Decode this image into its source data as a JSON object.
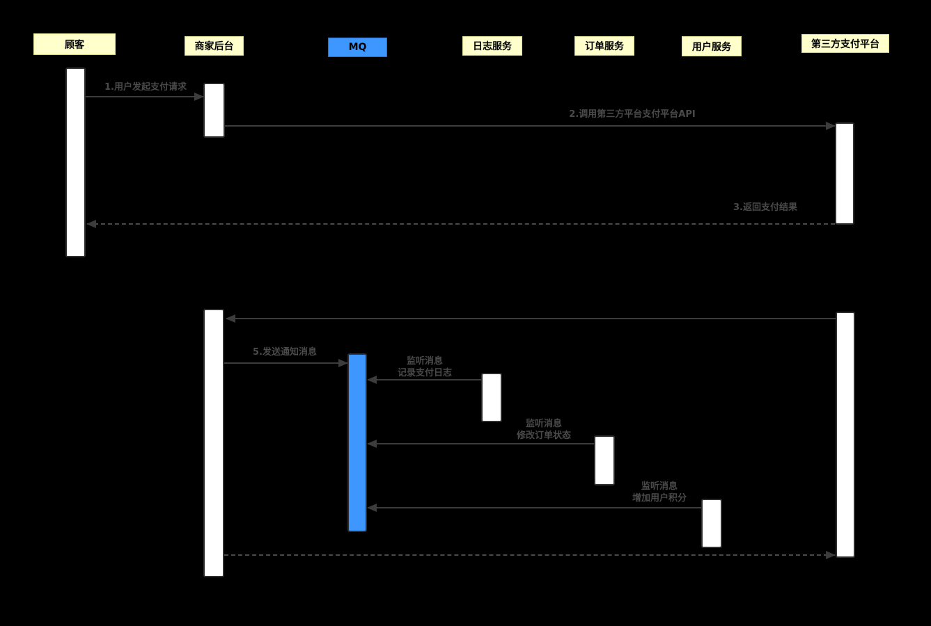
{
  "diagram": {
    "title": "MQ payment notification sequence diagram",
    "colors": {
      "background": "#000000",
      "actor_fill": "#FFFFCC",
      "actor_border": "#D9D98E",
      "mq_blue": "#3E97FF",
      "activation_fill": "#FFFFFF",
      "activation_border": "#2E2E2E",
      "arrow_line": "#3C3C3C",
      "message_label": "#4A4A4A"
    },
    "actors": [
      {
        "label": "顾客"
      },
      {
        "label": "商家后台"
      },
      {
        "label": "MQ"
      },
      {
        "label": "日志服务"
      },
      {
        "label": "订单服务"
      },
      {
        "label": "用户服务"
      },
      {
        "label": "第三方支付平台"
      }
    ],
    "messages": {
      "m1": {
        "label": "1.用户发起支付请求",
        "from": "顾客",
        "to": "商家后台",
        "style": "solid"
      },
      "m2": {
        "label": "2.调用第三方平台支付平台API",
        "from": "商家后台",
        "to": "第三方支付平台",
        "style": "solid"
      },
      "m3": {
        "label": "3.返回支付结果",
        "from": "第三方支付平台",
        "to": "顾客",
        "style": "dashed"
      },
      "m4": {
        "label": "",
        "from": "第三方支付平台",
        "to": "商家后台",
        "style": "solid"
      },
      "m5": {
        "label": "5.发送通知消息",
        "from": "商家后台",
        "to": "MQ",
        "style": "solid"
      },
      "m6": {
        "line1": "监听消息",
        "line2": "记录支付日志",
        "from": "日志服务",
        "to": "MQ",
        "style": "solid"
      },
      "m7": {
        "line1": "监听消息",
        "line2": "修改订单状态",
        "from": "订单服务",
        "to": "MQ",
        "style": "solid"
      },
      "m8": {
        "line1": "监听消息",
        "line2": "增加用户积分",
        "from": "用户服务",
        "to": "MQ",
        "style": "solid"
      },
      "m9": {
        "label": "",
        "from": "商家后台",
        "to": "第三方支付平台",
        "style": "dashed"
      }
    }
  }
}
